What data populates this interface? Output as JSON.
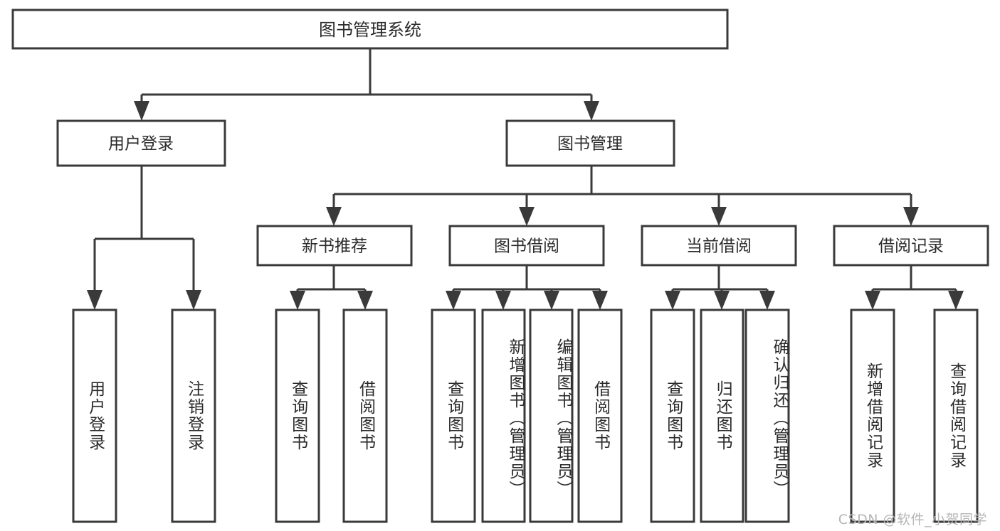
{
  "diagram": {
    "title": "图书管理系统",
    "type": "tree-hierarchy",
    "root": {
      "label": "图书管理系统"
    },
    "level2": [
      {
        "label": "用户登录"
      },
      {
        "label": "图书管理"
      }
    ],
    "level3": [
      {
        "label": "新书推荐"
      },
      {
        "label": "图书借阅"
      },
      {
        "label": "当前借阅"
      },
      {
        "label": "借阅记录"
      }
    ],
    "leaves": {
      "user_login": [
        {
          "label": "用户登录"
        },
        {
          "label": "注销登录"
        }
      ],
      "new_book_recommend": [
        {
          "label": "查询图书"
        },
        {
          "label": "借阅图书"
        }
      ],
      "book_borrow": [
        {
          "label": "查询图书"
        },
        {
          "label": "新增图书（管理员）"
        },
        {
          "label": "编辑图书（管理员）"
        },
        {
          "label": "借阅图书"
        }
      ],
      "current_borrow": [
        {
          "label": "查询图书"
        },
        {
          "label": "归还图书"
        },
        {
          "label": "确认归还（管理员）"
        }
      ],
      "borrow_record": [
        {
          "label": "新增借阅记录"
        },
        {
          "label": "查询借阅记录"
        }
      ]
    }
  },
  "watermark": {
    "text": "CSDN @软件_小贺同学"
  },
  "colors": {
    "stroke": "#3a3a3a",
    "fill": "#ffffff",
    "text": "#2b2b2b",
    "watermark": "#b6b6b6"
  }
}
